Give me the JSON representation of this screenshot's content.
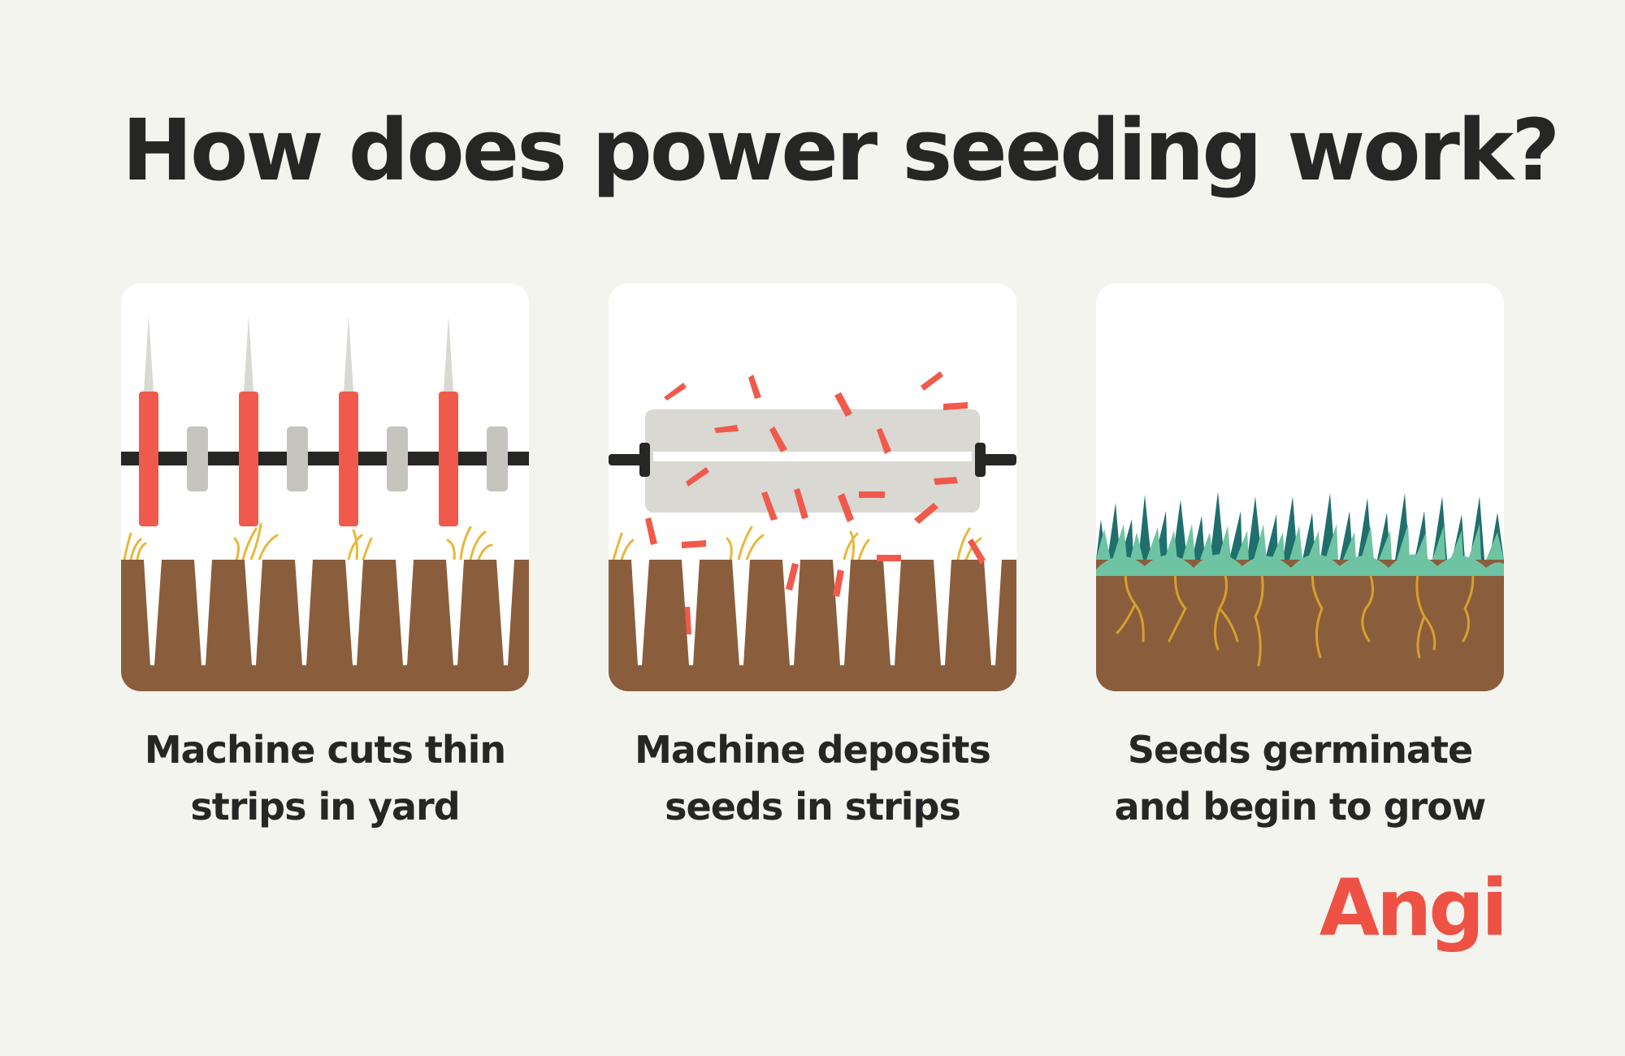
{
  "title": "How does power seeding work?",
  "steps": [
    {
      "line1": "Machine cuts thin",
      "line2": "strips in yard",
      "icon": "cutting-blades"
    },
    {
      "line1": "Machine deposits",
      "line2": "seeds in strips",
      "icon": "seed-roller"
    },
    {
      "line1": "Seeds germinate",
      "line2": "and begin to grow",
      "icon": "growing-grass"
    }
  ],
  "brand": "Angi",
  "colors": {
    "background": "#f4f4ef",
    "accent": "#ee5245",
    "soil": "#8a5e3c",
    "grass_dry": "#e8b83a",
    "grass_green": "#6ec4a2",
    "grass_dark": "#1f6f6d",
    "roots": "#d4a12c"
  }
}
